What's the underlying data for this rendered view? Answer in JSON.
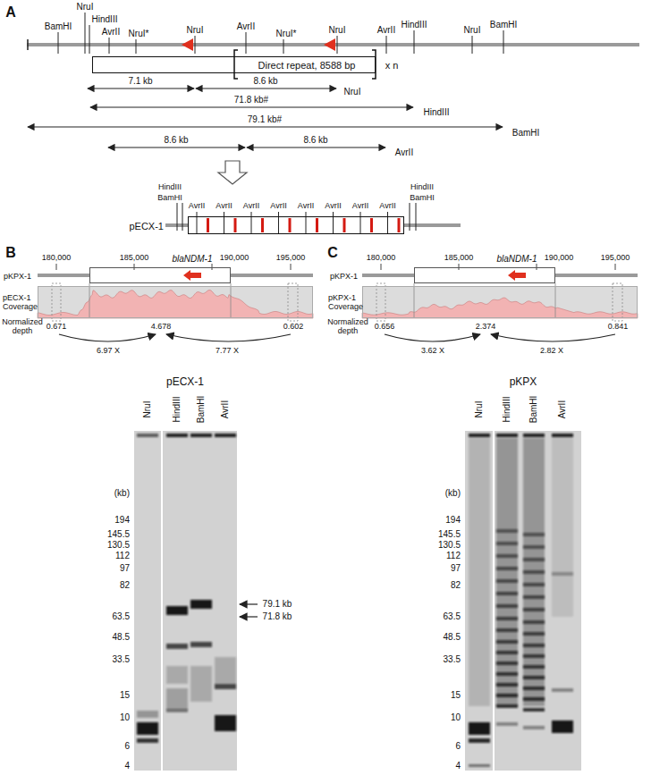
{
  "diagram": {
    "nodes": [
      {
        "text": [
          "Direct repeat, 8588 bp"
        ]
      },
      {
        "text": [
          "pECX-1"
        ]
      },
      {
        "text": [
          "pKPX-1"
        ]
      },
      {
        "text": [
          "pECX-1 Coverage"
        ]
      },
      {
        "text": [
          "pKPX-1"
        ]
      },
      {
        "text": [
          "pKPX-1 Coverage"
        ]
      }
    ],
    "labels": [
      "A",
      "BamHI",
      "NruI",
      "HindIII",
      "AvrII",
      "NruI*",
      "NruI",
      "AvrII",
      "NruI*",
      "NruI",
      "AvrII",
      "HindIII",
      "NruI",
      "BamHI",
      "x n",
      "7.1 kb",
      "8.6 kb",
      "NruI",
      "71.8 kb#",
      "HindIII",
      "79.1 kb#",
      "BamHI",
      "8.6 kb",
      "8.6 kb",
      "AvrII",
      "HindIII",
      "BamHI",
      "AvrII",
      "AvrII",
      "AvrII",
      "AvrII",
      "AvrII",
      "AvrII",
      "AvrII",
      "AvrII",
      "HindIII",
      "BamHI",
      "B",
      "180,000",
      "185,000",
      "blaNDM-1",
      "190,000",
      "195,000",
      "Normalized depth",
      "0.671",
      "4.678",
      "0.602",
      "6.97 X",
      "7.77 X",
      "pECX-1",
      "NruI",
      "HindIII",
      "BamHI",
      "AvrII",
      "(kb)",
      "194",
      "145.5",
      "130.5",
      "112",
      "97",
      "82",
      "63.5",
      "48.5",
      "33.5",
      "15",
      "10",
      "6",
      "4",
      "79.1 kb",
      "71.8 kb",
      "C",
      "180,000",
      "185,000",
      "blaNDM-1",
      "190,000",
      "195,000",
      "Normalized depth",
      "0.656",
      "2.374",
      "0.841",
      "3.62 X",
      "2.82 X",
      "pKPX",
      "NruI",
      "HindIII",
      "BamHI",
      "AvrII",
      "(kb)",
      "194",
      "145.5",
      "130.5",
      "112",
      "97",
      "82",
      "63.5",
      "48.5",
      "33.5",
      "15",
      "10",
      "6",
      "4"
    ]
  }
}
